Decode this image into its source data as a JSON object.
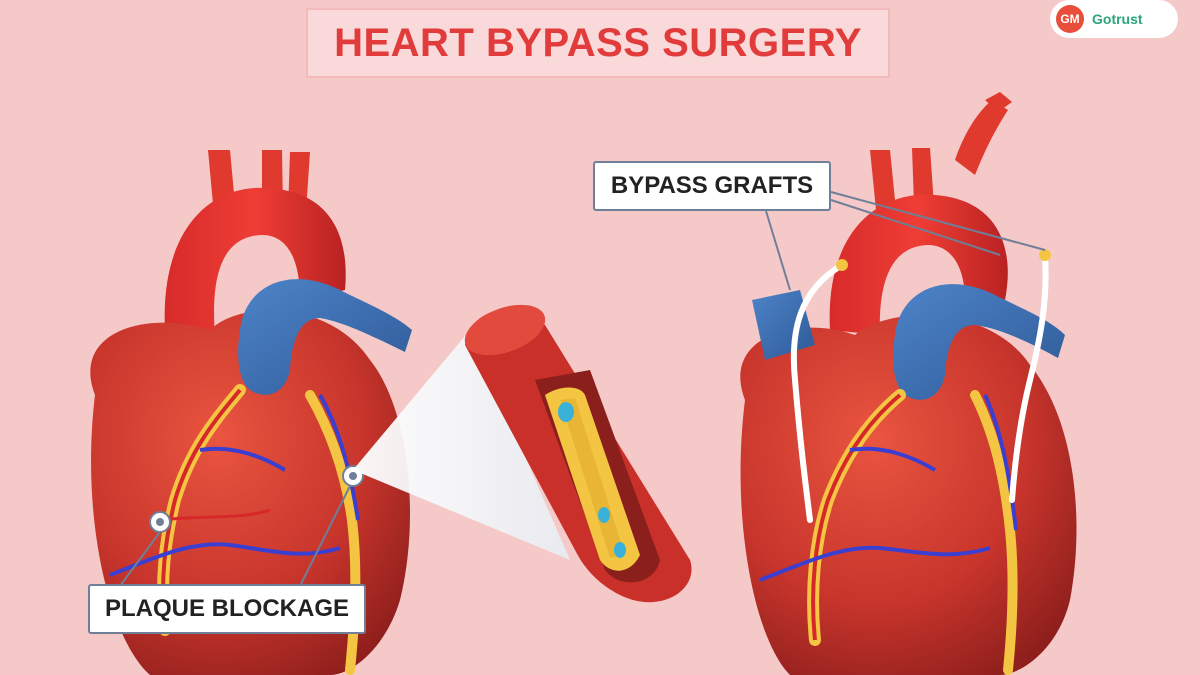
{
  "title": "HEART BYPASS SURGERY",
  "logo": {
    "badge": "GM",
    "word": "Gotrust"
  },
  "labels": {
    "plaque": "PLAQUE BLOCKAGE",
    "grafts": "BYPASS GRAFTS"
  },
  "colors": {
    "background": "#f6c9c9",
    "title_red": "#e13b3b",
    "heart_red": "#c8352c",
    "vein_blue": "#3a6fb5",
    "plaque_yellow": "#f5c542"
  }
}
